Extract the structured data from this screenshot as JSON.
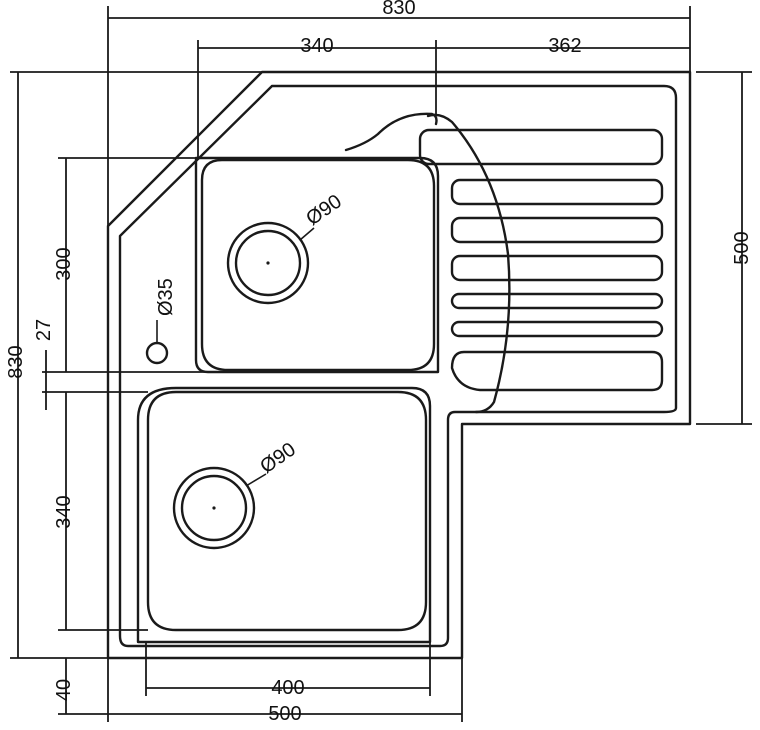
{
  "dimensions": {
    "overall_width": "830",
    "bowl_section_width": "340",
    "drainer_width": "362",
    "right_depth": "500",
    "left_overall": "830",
    "upper_bowl_depth": "300",
    "tap_offset": "27",
    "lower_bowl_depth": "340",
    "bottom_margin": "40",
    "lower_bowl_width": "400",
    "bottom_overall": "500"
  },
  "callouts": {
    "upper_drain": "Ø90",
    "lower_drain": "Ø90",
    "tap_hole": "Ø35"
  }
}
